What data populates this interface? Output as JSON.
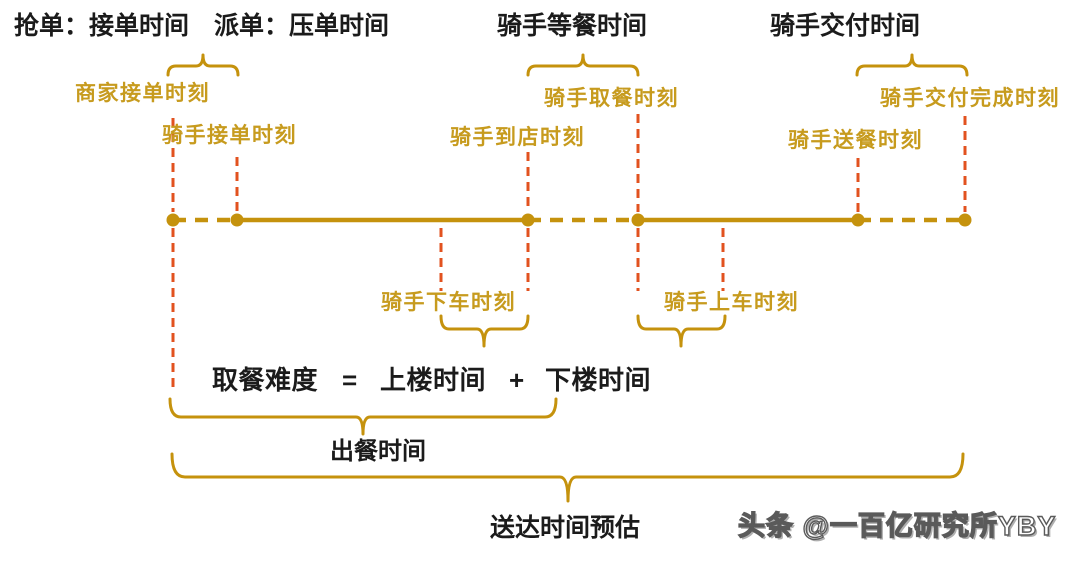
{
  "colors": {
    "gold_line": "#C5920D",
    "gold_text": "#C79B1E",
    "red_dash": "#E2521F",
    "text_black": "#1B1B1B"
  },
  "headings": {
    "grab_dispatch": "抢单：接单时间　派单：压单时间",
    "rider_wait_meal": "骑手等餐时间",
    "rider_delivery": "骑手交付时间"
  },
  "moments": {
    "merchant_accept": "商家接单时刻",
    "rider_accept": "骑手接单时刻",
    "rider_arrive_store": "骑手到店时刻",
    "rider_pickup_meal": "骑手取餐时刻",
    "rider_send_meal": "骑手送餐时刻",
    "rider_delivery_complete": "骑手交付完成时刻",
    "rider_get_off_vehicle": "骑手下车时刻",
    "rider_get_on_vehicle": "骑手上车时刻"
  },
  "formula": {
    "lhs": "取餐难度",
    "equals": "=",
    "term_up": "上楼时间",
    "plus": "+",
    "term_down": "下楼时间"
  },
  "spans": {
    "meal_ready_time": "出餐时间",
    "delivery_eta": "送达时间预估"
  },
  "watermark": "头条 @一百亿研究所YBY"
}
